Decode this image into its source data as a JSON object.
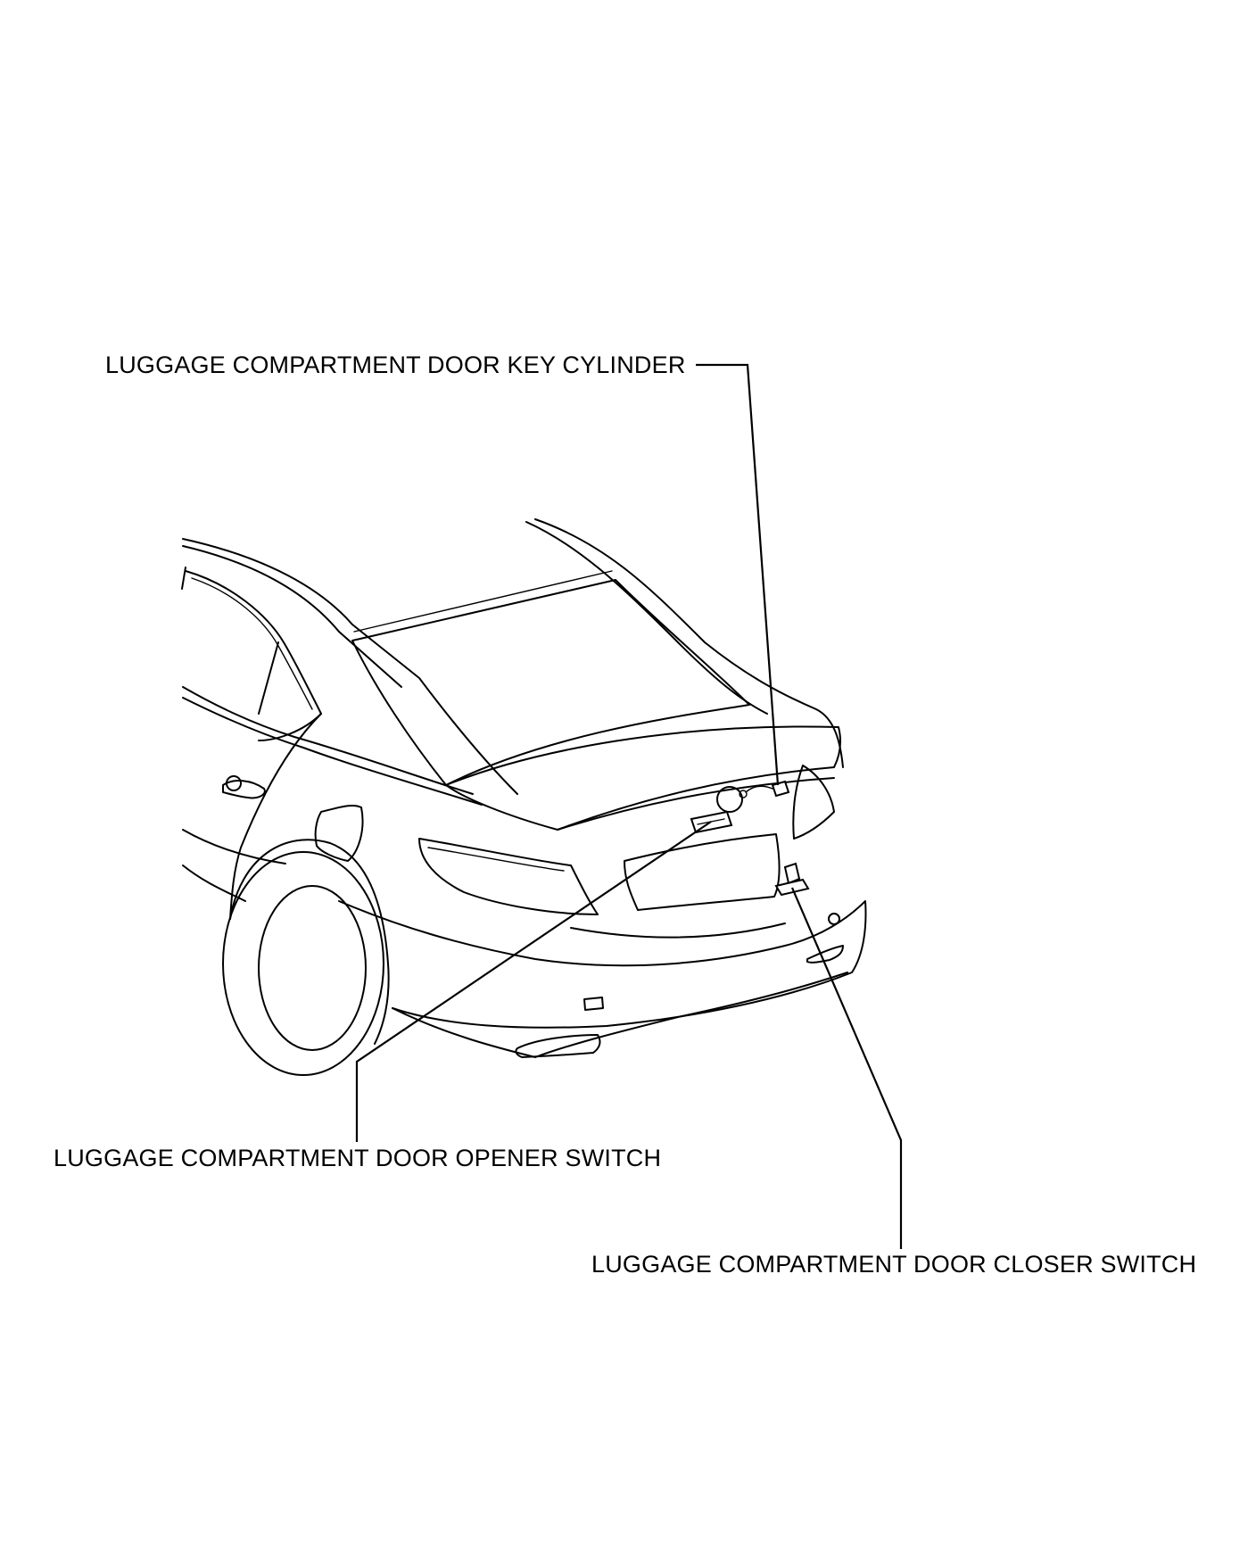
{
  "labels": {
    "key_cylinder": "LUGGAGE COMPARTMENT DOOR KEY CYLINDER",
    "opener_switch": "LUGGAGE COMPARTMENT DOOR OPENER SWITCH",
    "closer_switch": "LUGGAGE COMPARTMENT DOOR CLOSER SWITCH"
  },
  "colors": {
    "line": "#000000",
    "background": "#ffffff"
  }
}
